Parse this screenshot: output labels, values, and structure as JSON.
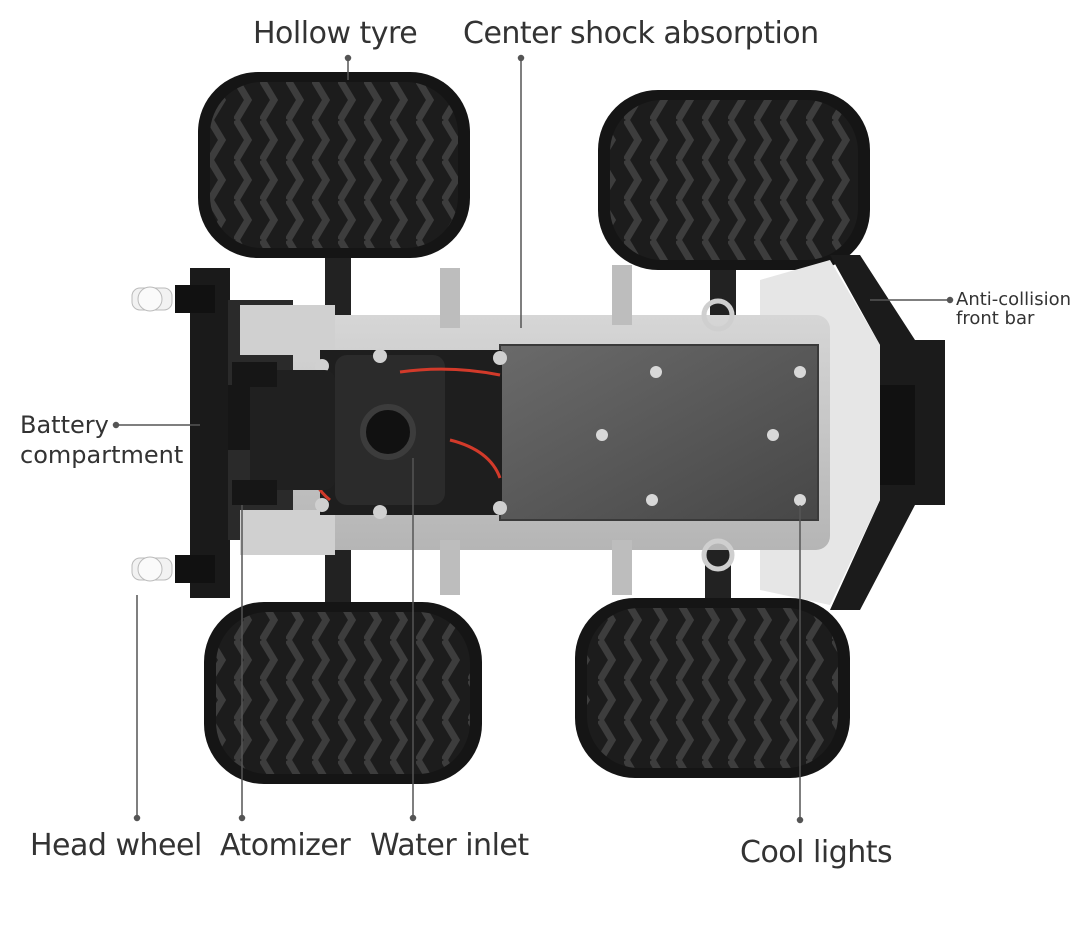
{
  "labels": {
    "hollow_tyre": "Hollow tyre",
    "center_shock": "Center shock absorption",
    "anti_collision_1": "Anti-collision",
    "anti_collision_2": "front bar",
    "battery_1": "Battery",
    "battery_2": "compartment",
    "head_wheel": "Head wheel",
    "atomizer": "Atomizer",
    "water_inlet": "Water inlet",
    "cool_lights": "Cool lights"
  },
  "colors": {
    "tyre": "#1a1a1a",
    "tread": "#3c3c3c",
    "chassis": "#c9c9c9",
    "plate": "#5a5a5a",
    "leader": "#555555",
    "text": "#333333"
  }
}
